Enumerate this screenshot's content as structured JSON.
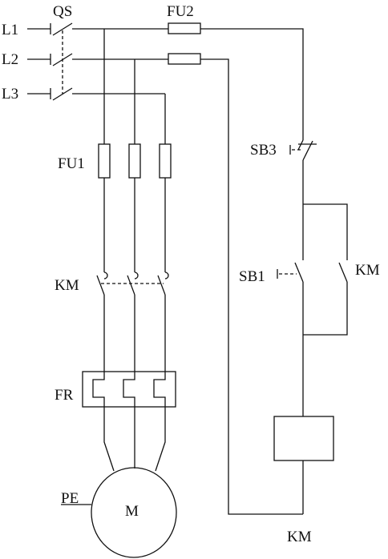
{
  "labels": {
    "l1": "L1",
    "l2": "L2",
    "l3": "L3",
    "qs": "QS",
    "fu2": "FU2",
    "fu1": "FU1",
    "km_main": "KM",
    "fr": "FR",
    "pe": "PE",
    "motor": "M",
    "sb3": "SB3",
    "sb1": "SB1",
    "km_aux": "KM",
    "km_coil": "KM"
  }
}
